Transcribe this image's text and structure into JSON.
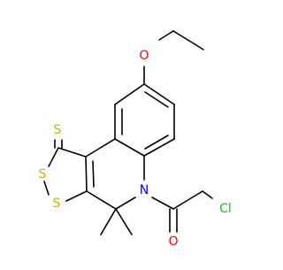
{
  "colors": {
    "bond": "#000000",
    "sulfur": "#c8b400",
    "oxygen": "#ff0000",
    "nitrogen": "#0000ff",
    "chlorine": "#1fba1f",
    "background": "#ffffff"
  },
  "atoms": {
    "S_thione": "S",
    "S_ring_top": "S",
    "S_ring_bottom": "S",
    "O_ether": "O",
    "N_ring": "N",
    "O_carbonyl": "O",
    "Cl": "Cl"
  }
}
